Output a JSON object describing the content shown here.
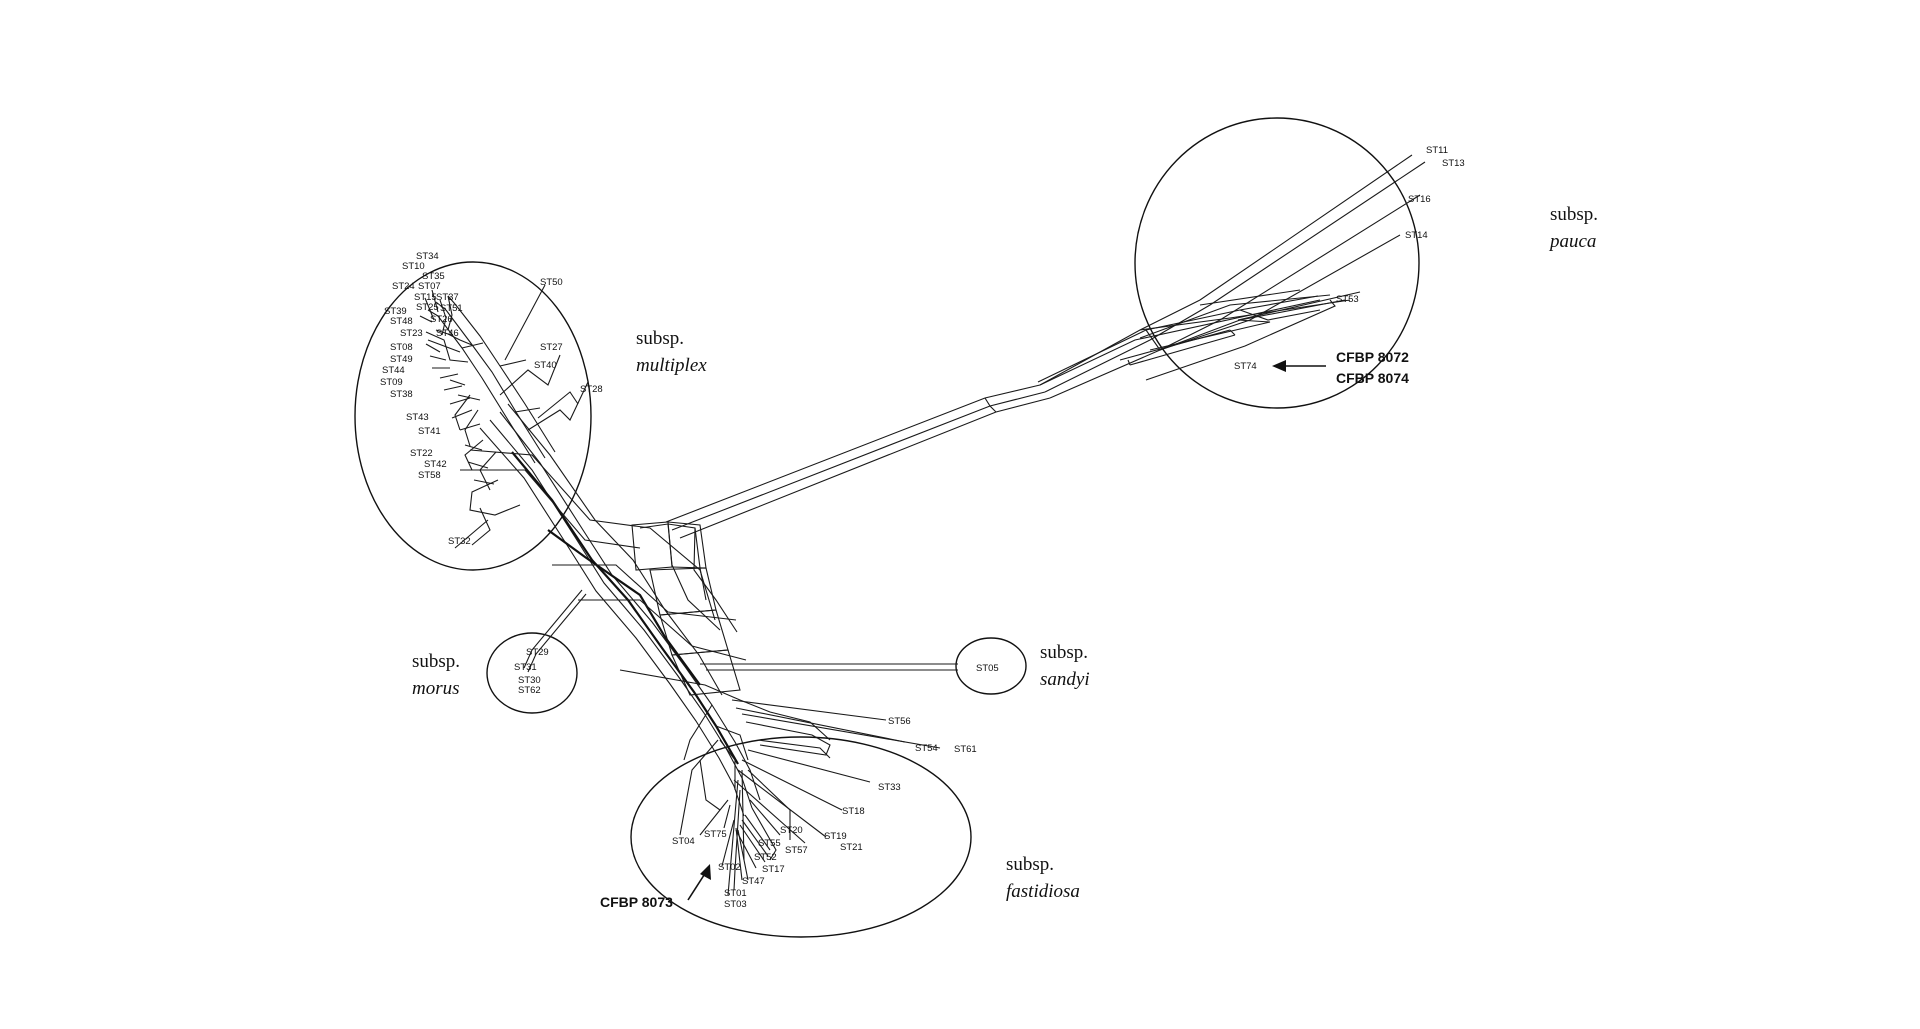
{
  "groups": [
    {
      "id": "pauca",
      "prefix": "subsp.",
      "name": "pauca"
    },
    {
      "id": "multiplex",
      "prefix": "subsp.",
      "name": "multiplex"
    },
    {
      "id": "morus",
      "prefix": "subsp.",
      "name": "morus"
    },
    {
      "id": "sandyi",
      "prefix": "subsp.",
      "name": "sandyi"
    },
    {
      "id": "fastidiosa",
      "prefix": "subsp.",
      "name": "fastidiosa"
    }
  ],
  "strains": {
    "pauca": [
      "ST11",
      "ST13",
      "ST16",
      "ST14",
      "ST53",
      "ST74"
    ],
    "multiplex": [
      "ST34",
      "ST10",
      "ST35",
      "ST24",
      "ST07",
      "ST15",
      "ST37",
      "ST25",
      "ST51",
      "ST39",
      "ST26",
      "ST48",
      "ST23",
      "ST46",
      "ST08",
      "ST49",
      "ST44",
      "ST09",
      "ST38",
      "ST43",
      "ST41",
      "ST22",
      "ST42",
      "ST58",
      "ST32",
      "ST50",
      "ST27",
      "ST40",
      "ST28"
    ],
    "morus": [
      "ST29",
      "ST31",
      "ST30",
      "ST62"
    ],
    "sandyi": [
      "ST05"
    ],
    "fastidiosa": [
      "ST56",
      "ST54",
      "ST61",
      "ST33",
      "ST18",
      "ST20",
      "ST19",
      "ST21",
      "ST55",
      "ST57",
      "ST52",
      "ST17",
      "ST47",
      "ST75",
      "ST04",
      "ST02",
      "ST01",
      "ST03"
    ]
  },
  "annotations": [
    {
      "id": "cfbp-8072",
      "text": "CFBP 8072"
    },
    {
      "id": "cfbp-8074",
      "text": "CFBP 8074"
    },
    {
      "id": "cfbp-8073",
      "text": "CFBP 8073"
    }
  ]
}
